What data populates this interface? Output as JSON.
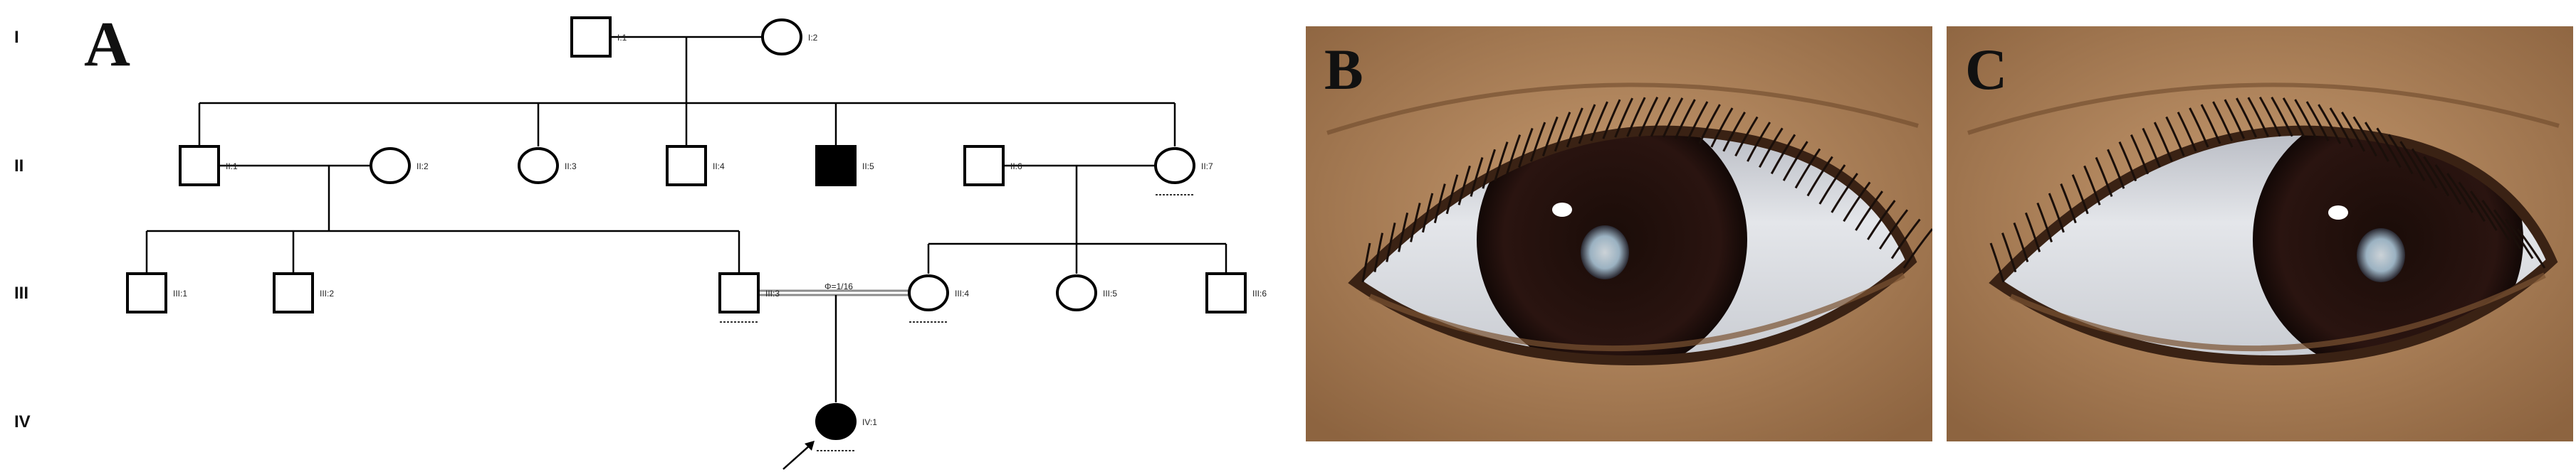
{
  "pedigree": {
    "panel_label": "A",
    "generations": [
      "I",
      "II",
      "III",
      "IV"
    ],
    "individuals": [
      {
        "id": "I:1",
        "sex": "male",
        "affected": false,
        "carrier": false
      },
      {
        "id": "I:2",
        "sex": "female",
        "affected": false,
        "carrier": false
      },
      {
        "id": "II:1",
        "sex": "male",
        "affected": false,
        "carrier": false
      },
      {
        "id": "II:2",
        "sex": "female",
        "affected": false,
        "carrier": false
      },
      {
        "id": "II:3",
        "sex": "female",
        "affected": false,
        "carrier": false
      },
      {
        "id": "II:4",
        "sex": "male",
        "affected": false,
        "carrier": false
      },
      {
        "id": "II:5",
        "sex": "male",
        "affected": true,
        "carrier": false
      },
      {
        "id": "II:6",
        "sex": "male",
        "affected": false,
        "carrier": false
      },
      {
        "id": "II:7",
        "sex": "female",
        "affected": false,
        "carrier": true
      },
      {
        "id": "III:1",
        "sex": "male",
        "affected": false,
        "carrier": false
      },
      {
        "id": "III:2",
        "sex": "male",
        "affected": false,
        "carrier": false
      },
      {
        "id": "III:3",
        "sex": "male",
        "affected": false,
        "carrier": true
      },
      {
        "id": "III:4",
        "sex": "female",
        "affected": false,
        "carrier": true
      },
      {
        "id": "III:5",
        "sex": "female",
        "affected": false,
        "carrier": false
      },
      {
        "id": "III:6",
        "sex": "male",
        "affected": false,
        "carrier": false
      },
      {
        "id": "IV:1",
        "sex": "female",
        "affected": true,
        "carrier": true,
        "proband": true
      }
    ],
    "consanguinity_label": "Φ=1/16"
  },
  "photos": {
    "b_label": "B",
    "c_label": "C"
  },
  "colors": {
    "line": "#000000",
    "affected_fill": "#000000",
    "consanguinity_line": "#8c8c8c",
    "iris": "#2a1410",
    "skin": "#b8895f",
    "sclera": "#e4e6ea",
    "cataract": "#a9c4d6"
  }
}
